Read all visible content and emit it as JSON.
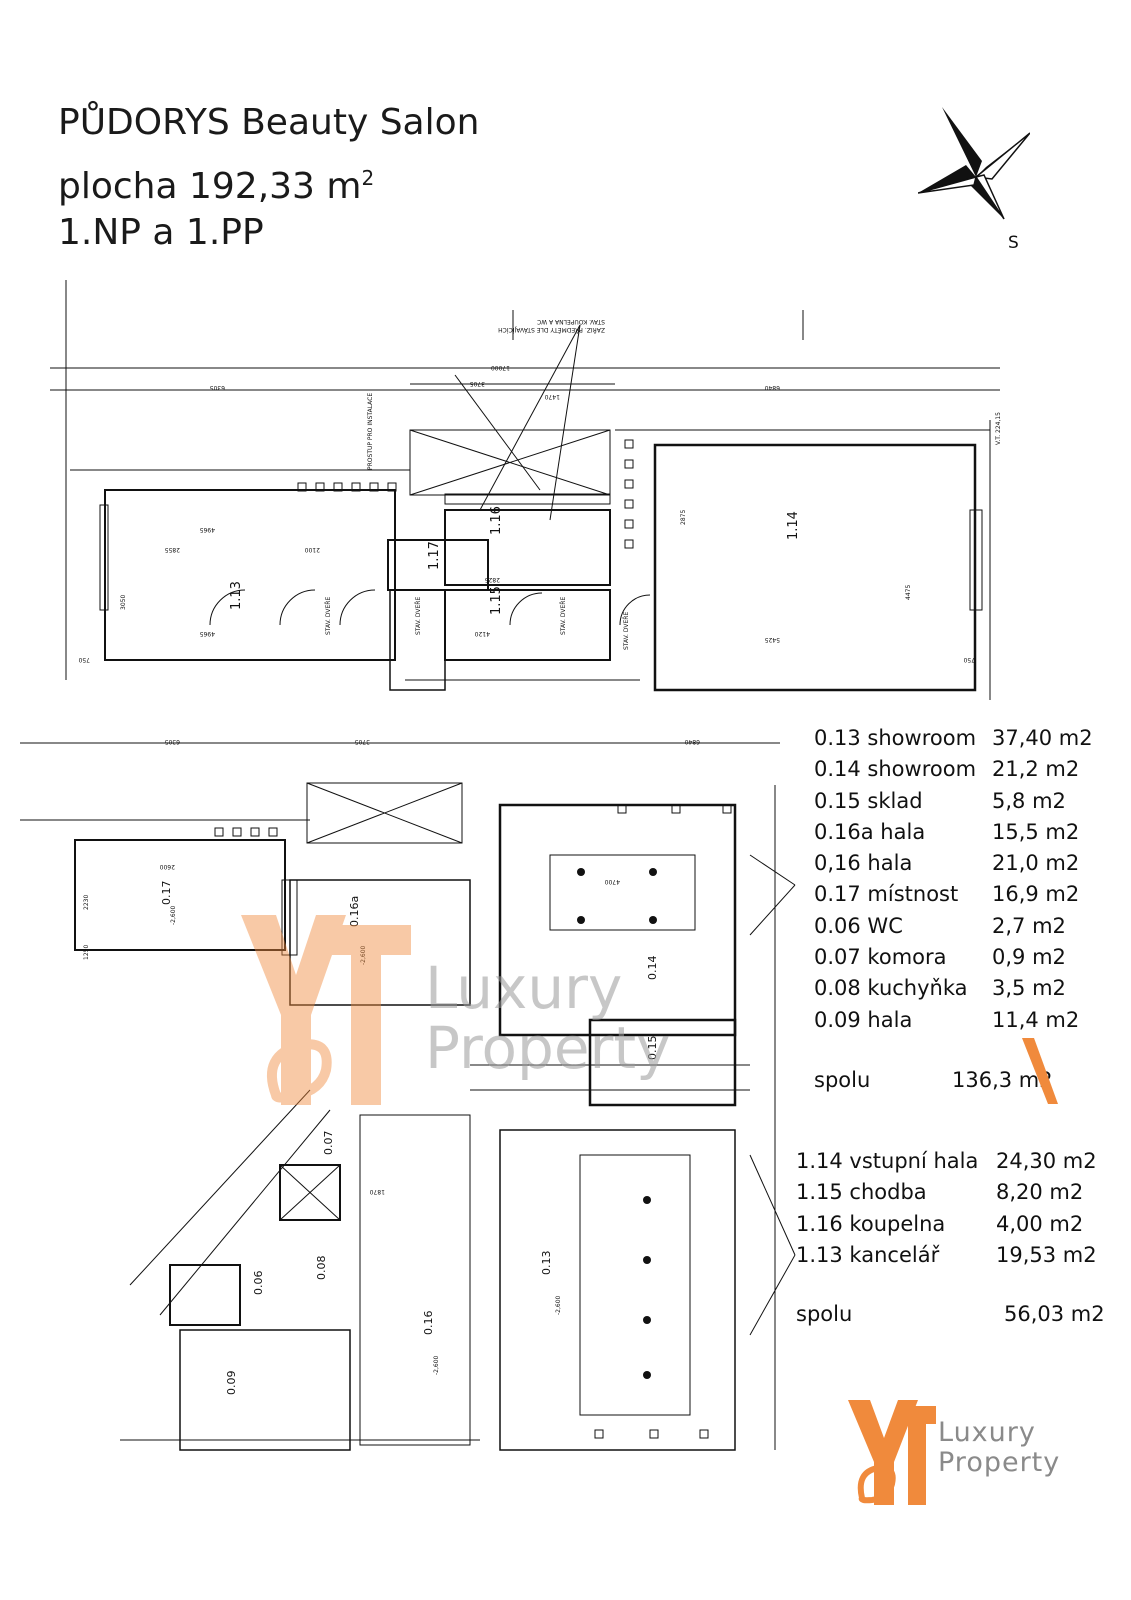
{
  "header": {
    "line1": "PŮDORYS Beauty Salon",
    "line2": "plocha 192,33 m",
    "line2_sup": "2",
    "line3": "1.NP a 1.PP"
  },
  "compass": {
    "label": "S"
  },
  "plan_top_labels": {
    "room_113": "1.13",
    "room_114": "1.14",
    "room_115": "1.15",
    "room_116": "1.16",
    "room_117": "1.17",
    "door_a": "STAV. DVEŘE",
    "door_b": "STAV. DVEŘE",
    "door_c": "STAV. DVEŘE",
    "door_d": "STAV. DVEŘE",
    "dim_total": "17000",
    "dim_left": "6305",
    "dim_right": "6840",
    "dim_mid": "3705",
    "dim_1470": "1470",
    "dim_4965": "4965",
    "dim_2855": "2855",
    "dim_2100": "2100",
    "dim_4475": "4475",
    "dim_5425": "5425",
    "dim_2875": "2875",
    "dim_4120": "4120",
    "dim_2825": "2825",
    "dim_3050": "3050",
    "dim_750": "750",
    "level": "V.T. 224,15",
    "note1": "STAV. KOUPELNA A WC",
    "note2": "ZAŘIZ. PŘEDMĚTY DLE STÁVAJÍCÍCH",
    "note3": "PROSTUP PRO INSTALACE"
  },
  "plan_bottom_labels": {
    "room_017": "0.17",
    "room_016a": "0.16a",
    "room_014": "0.14",
    "room_015": "0.15",
    "room_013": "0.13",
    "room_016": "0.16",
    "room_008": "0.08",
    "room_006": "0.06",
    "room_007": "0.07",
    "room_009": "0.09",
    "dim_6305": "6305",
    "dim_3705": "3705",
    "dim_6840": "6840",
    "level": "-2,600",
    "dim_4700": "4700",
    "dim_2600": "2600",
    "dim_1870": "1870",
    "dim_2230": "2230",
    "dim_1250": "1250"
  },
  "area_list_1": [
    {
      "label": "0.13 showroom",
      "value": "37,40 m2"
    },
    {
      "label": "0.14 showroom",
      "value": "21,2 m2"
    },
    {
      "label": "0.15 sklad",
      "value": "5,8 m2"
    },
    {
      "label": "0.16a hala",
      "value": "15,5 m2"
    },
    {
      "label": "0,16  hala",
      "value": "21,0 m2"
    },
    {
      "label": "0.17  místnost",
      "value": "16,9 m2"
    },
    {
      "label": "0.06  WC",
      "value": "2,7 m2"
    },
    {
      "label": "0.07  komora",
      "value": "0,9 m2"
    },
    {
      "label": "0.08  kuchyňka",
      "value": "3,5 m2"
    },
    {
      "label": "0.09  hala",
      "value": "11,4 m2"
    }
  ],
  "sum_1": {
    "label": "spolu",
    "value": "136,3 m2"
  },
  "area_list_2": [
    {
      "label": "1.14 vstupní hala",
      "value": "24,30 m2"
    },
    {
      "label": "1.15 chodba",
      "value": "8,20 m2"
    },
    {
      "label": "1.16 koupelna",
      "value": "4,00 m2"
    },
    {
      "label": "1.13 kancelář",
      "value": "19,53 m2"
    }
  ],
  "sum_2": {
    "label": "spolu",
    "value": "56,03 m2"
  },
  "logo": {
    "line1": "Luxury",
    "line2": "Property"
  },
  "watermark": {
    "line1": "Luxury",
    "line2": "Property"
  },
  "colors": {
    "accent": "#f08a3c",
    "ink": "#111111",
    "grey": "#8a8a8a"
  }
}
